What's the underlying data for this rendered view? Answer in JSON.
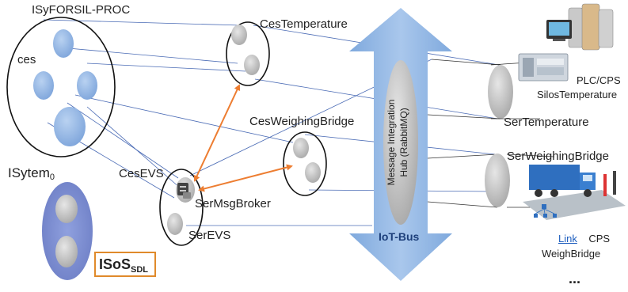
{
  "labels": {
    "isyforsil": "ISyFORSIL-PROC",
    "ces": "ces",
    "isytem_main": "ISytem",
    "isytem_sub": "0",
    "ces_temperature": "CesTemperature",
    "ces_weighing_bridge": "CesWeighingBridge",
    "ces_evs": "CesEVS",
    "ser_msg_broker": "SerMsgBroker",
    "ser_evs": "SerEVS",
    "isos_main": "ISoS",
    "isos_sub": "SDL",
    "bus_line1": "Message Integration",
    "bus_line2": "Hub (RabbitMQ)",
    "iot_bus": "IoT-Bus",
    "ser_temperature": "SerTemperature",
    "ser_weighing_bridge": "SerWeighingBridge",
    "plc_cps": "PLC/CPS",
    "silos_temperature": "SilosTemperature",
    "link": "Link",
    "cps": "CPS",
    "weighbridge": "WeighBridge",
    "ellipsis": "..."
  },
  "colors": {
    "bubble_blue": "#8fb4e3",
    "bubble_gray": "#c2c2c2",
    "arrow_orange": "#ed7d31",
    "bus_blue": "#6f9fd8",
    "isytem_fill": "#7f8fd0",
    "line_blue": "#3a5ca8"
  },
  "icons": [
    "silos-icon",
    "plc-controller-icon",
    "truck-weighbridge-icon",
    "broker-icon"
  ]
}
